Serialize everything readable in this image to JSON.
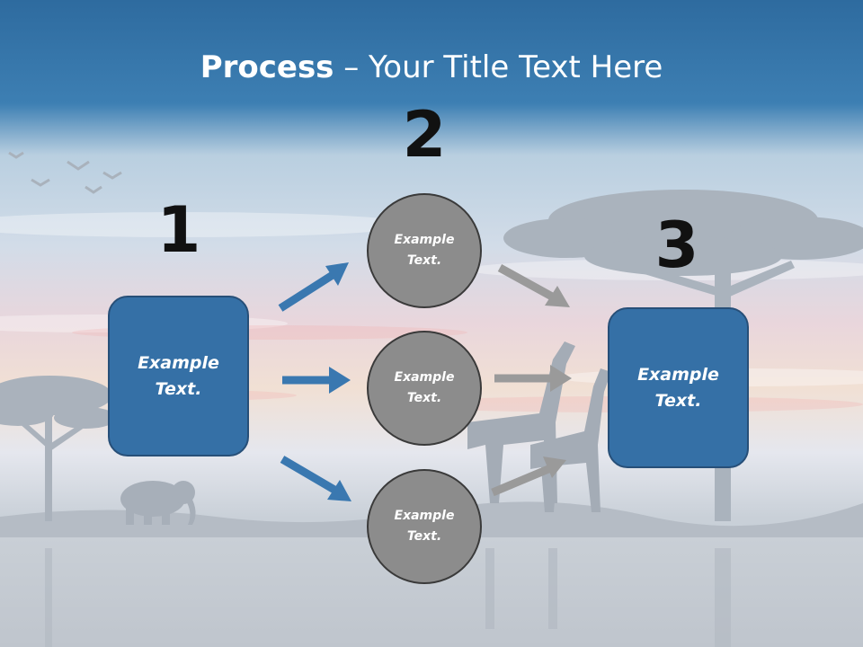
{
  "slide": {
    "title_bold": "Process",
    "title_rest": " – Your Title Text Here"
  },
  "steps": {
    "one": "1",
    "two": "2",
    "three": "3"
  },
  "left_box": {
    "text": "Example Text."
  },
  "circles": [
    {
      "text": "Example Text."
    },
    {
      "text": "Example Text."
    },
    {
      "text": "Example Text."
    }
  ],
  "right_box": {
    "text": "Example Text."
  },
  "colors": {
    "header_blue": "#2e6b9f",
    "box_blue": "#3570a6",
    "box_border": "#274f78",
    "circle_gray": "#8c8c8c",
    "arrow_blue": "#3a78b0",
    "arrow_gray": "#9a9a9a"
  },
  "icons": {
    "left_arrows": "arrow-right-blue-icon",
    "right_arrows": "arrow-right-gray-icon"
  }
}
